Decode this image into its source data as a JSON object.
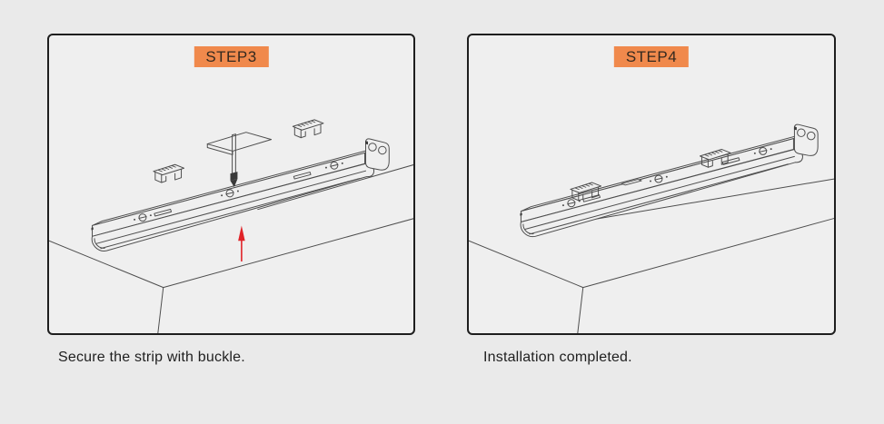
{
  "colors": {
    "page_bg": "#eaeaea",
    "panel_bg": "#efefef",
    "panel_border": "#1e1e1e",
    "step_label_bg": "#f0894c",
    "step_label_text": "#33291f",
    "line_art": "#4d4d4d",
    "arrow_red": "#e02328"
  },
  "panels": [
    {
      "step_label": "STEP3",
      "caption": "Secure the strip with buckle.",
      "alt": "LED strip light below a ceiling cutout with a suspension screw, two loose mounting buckles above it and a red arrow pointing up"
    },
    {
      "step_label": "STEP4",
      "caption": "Installation completed.",
      "alt": "LED strip light mounted to the ceiling with two buckles secured on it"
    }
  ]
}
